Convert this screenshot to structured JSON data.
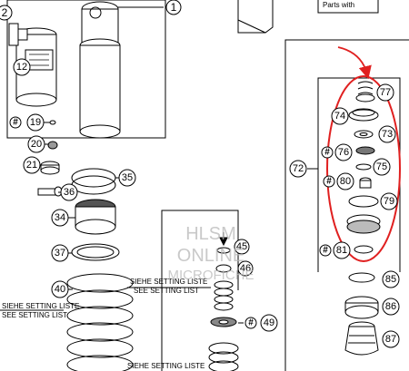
{
  "header_note": "Parts with",
  "callouts": {
    "c1": "1",
    "c2": "2",
    "c12": "12",
    "c19": "19",
    "c20": "20",
    "c21": "21",
    "c34": "34",
    "c35": "35",
    "c36": "36",
    "c37": "37",
    "c40": "40",
    "c45": "45",
    "c46": "46",
    "c49": "49",
    "c72": "72",
    "c73": "73",
    "c74": "74",
    "c75": "75",
    "c76": "76",
    "c77": "77",
    "c79": "79",
    "c80": "80",
    "c81": "81",
    "c85": "85",
    "c86": "86",
    "c87": "87"
  },
  "hash_mark": "#",
  "setting_text": {
    "left_1": "SIEHE SETTING LISTE",
    "left_2": "SEE SETTING LIST",
    "mid_1": "SIEHE SETTING LISTE",
    "mid_2": "SEE SETTING LIST",
    "bottom": "SIEHE SETTING LISTE"
  },
  "watermark": {
    "line1": "HLSM",
    "line2": "ONLINE",
    "line3": "MICROFICHE"
  },
  "colors": {
    "highlight": "#e02020",
    "line": "#000000",
    "watermark": "#b8b8b8"
  }
}
